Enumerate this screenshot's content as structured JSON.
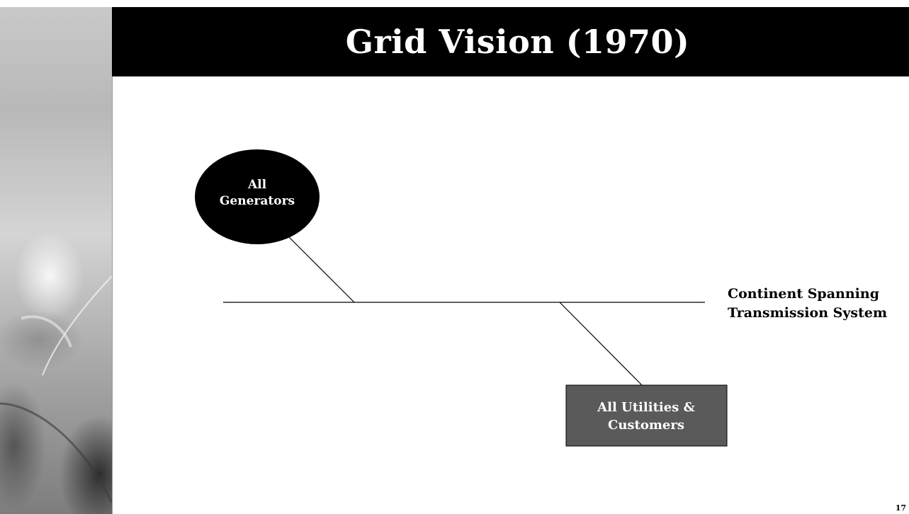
{
  "slide": {
    "title": "Grid Vision (1970)",
    "page_number": "17"
  },
  "diagram": {
    "generators_node": {
      "line1": "All",
      "line2": "Generators",
      "fill": "#000000",
      "shape": "ellipse"
    },
    "transmission": {
      "line1": "Continent Spanning",
      "line2": "Transmission System"
    },
    "utilities_node": {
      "line1": "All Utilities &",
      "line2": "Customers",
      "fill": "#5a5a5a",
      "shape": "rectangle"
    }
  }
}
